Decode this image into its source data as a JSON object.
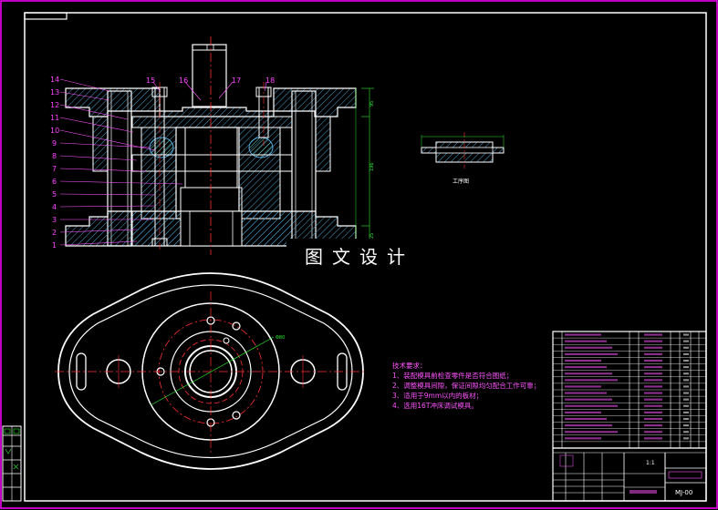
{
  "drawing": {
    "part_labels": [
      "1",
      "2",
      "3",
      "4",
      "5",
      "6",
      "7",
      "8",
      "9",
      "10",
      "11",
      "12",
      "13",
      "14",
      "15",
      "16",
      "17",
      "18"
    ],
    "workpiece_label": "工序图",
    "dimension_label": "Φ80",
    "watermark": "图文设计",
    "technical_requirements": {
      "title": "技术要求：",
      "items": [
        "1、装配模具前检查零件是否符合图纸；",
        "2、调整模具间隙，保证间隙均匀配合工作可靠；",
        "3、适用于9mm以内的板材；",
        "4、选用16T冲床调试模具。"
      ]
    },
    "title_block": {
      "scale": "1:1",
      "drawing_number": "MJ-00"
    }
  },
  "colors": {
    "border": "#ff00ff",
    "outline": "#ffffff",
    "center_line": "#ff3030",
    "hatch": "#4aa0d0",
    "dimension": "#2ee62e",
    "text": "#ff55ff"
  }
}
